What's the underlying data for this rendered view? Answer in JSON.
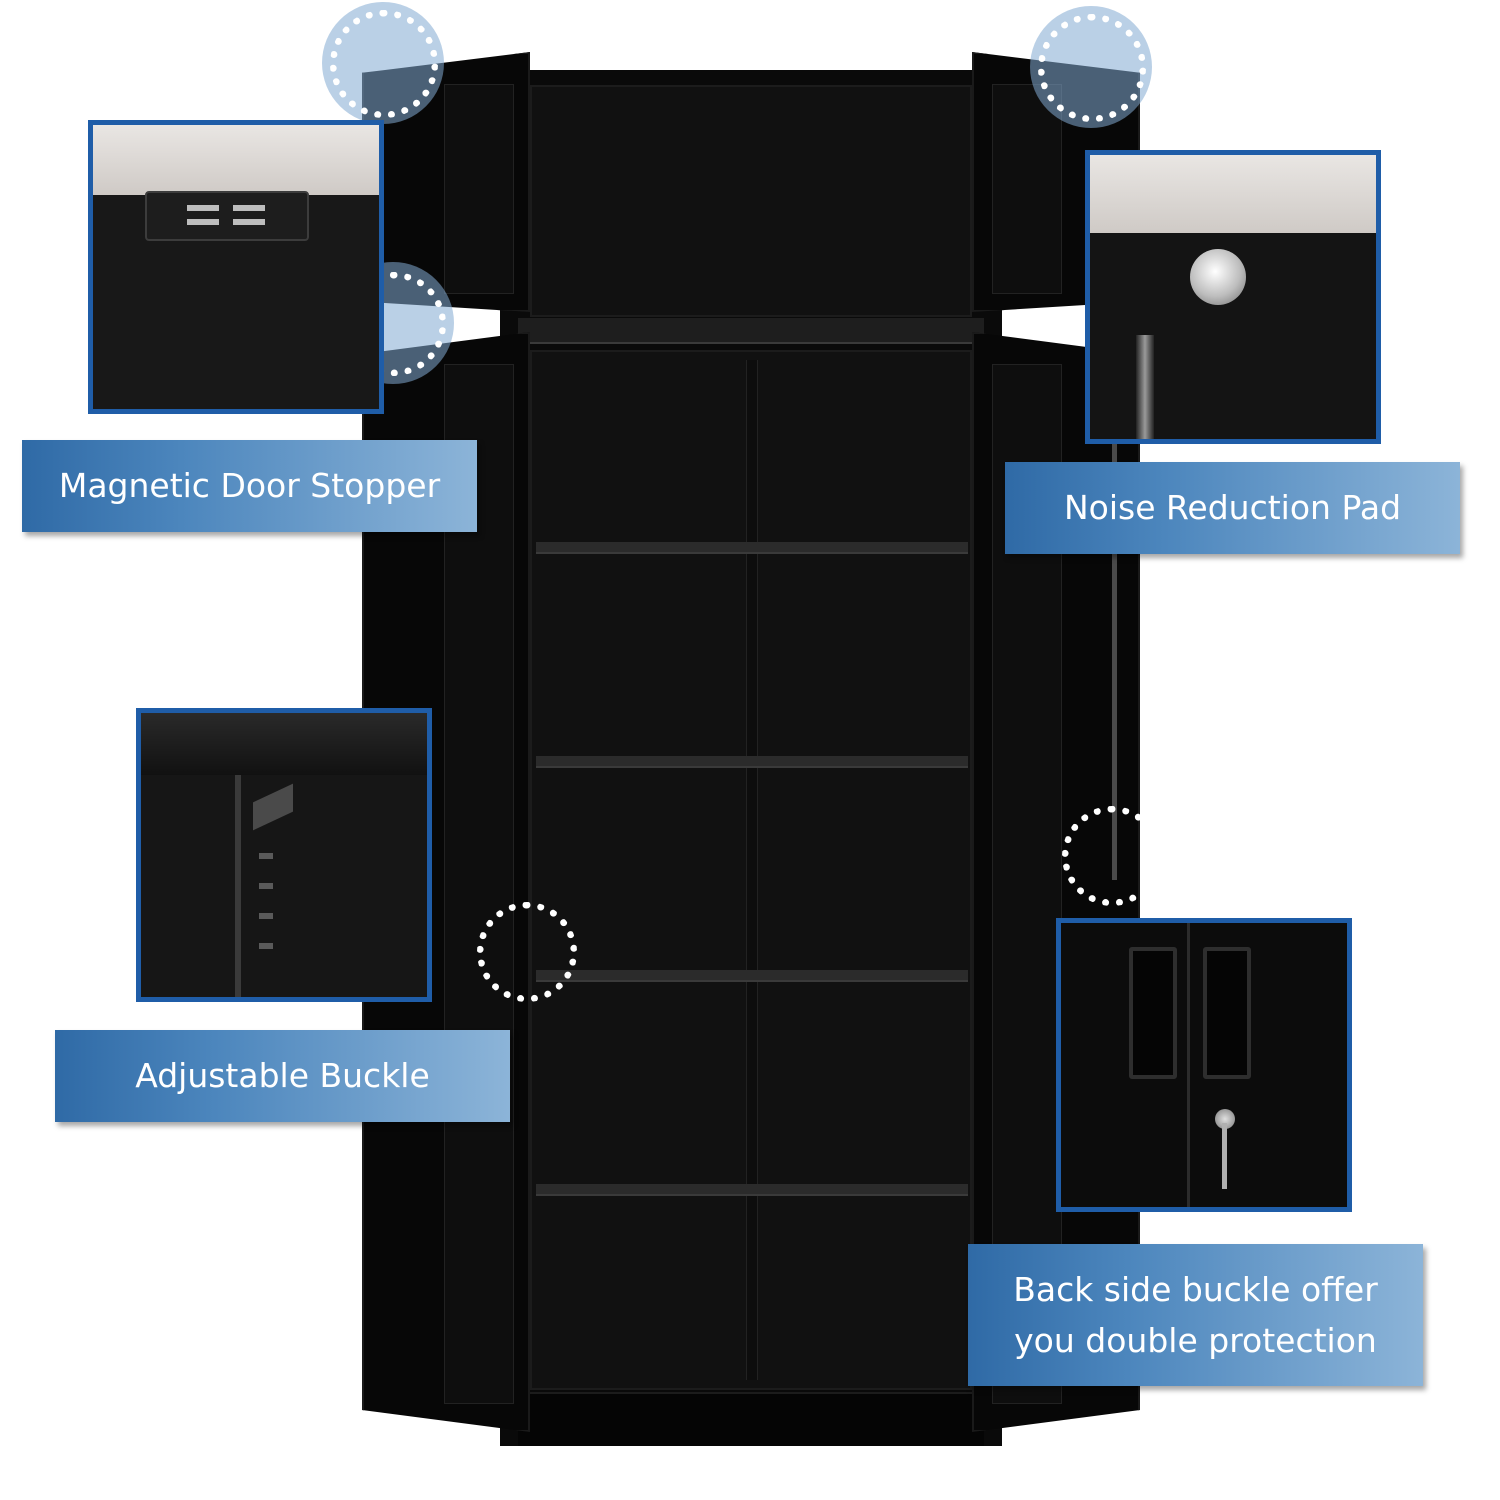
{
  "labels": {
    "magnetic_door_stopper": "Magnetic Door Stopper",
    "noise_reduction_pad": "Noise Reduction Pad",
    "adjustable_buckle": "Adjustable Buckle",
    "back_side_buckle_line1": "Back side buckle offer",
    "back_side_buckle_line2": "you double protection"
  },
  "colors": {
    "label_gradient_start": "#2f6aa6",
    "label_gradient_end": "#8cb4d8",
    "callout_border": "#1f5da8",
    "cabinet": "#0a0a0a"
  }
}
